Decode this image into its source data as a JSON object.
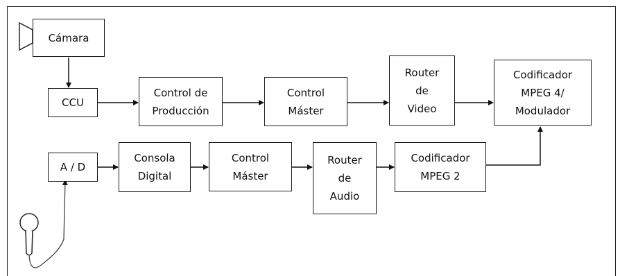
{
  "blocks": {
    "camara": "Cámara",
    "ccu": "CCU",
    "control_produccion": "Control de\nProducción",
    "control_master_video": "Control\nMáster",
    "router_video": "Router\nde\nVideo",
    "codificador_mpeg4": "Codificador\nMPEG 4/\nModulador",
    "ad": "A / D",
    "consola_digital": "Consola\nDigital",
    "control_master_audio": "Control\nMáster",
    "router_audio": "Router\nde\nAudio",
    "codificador_mpeg2": "Codificador\nMPEG 2"
  },
  "icons": [
    "camera-icon",
    "microphone-icon"
  ]
}
